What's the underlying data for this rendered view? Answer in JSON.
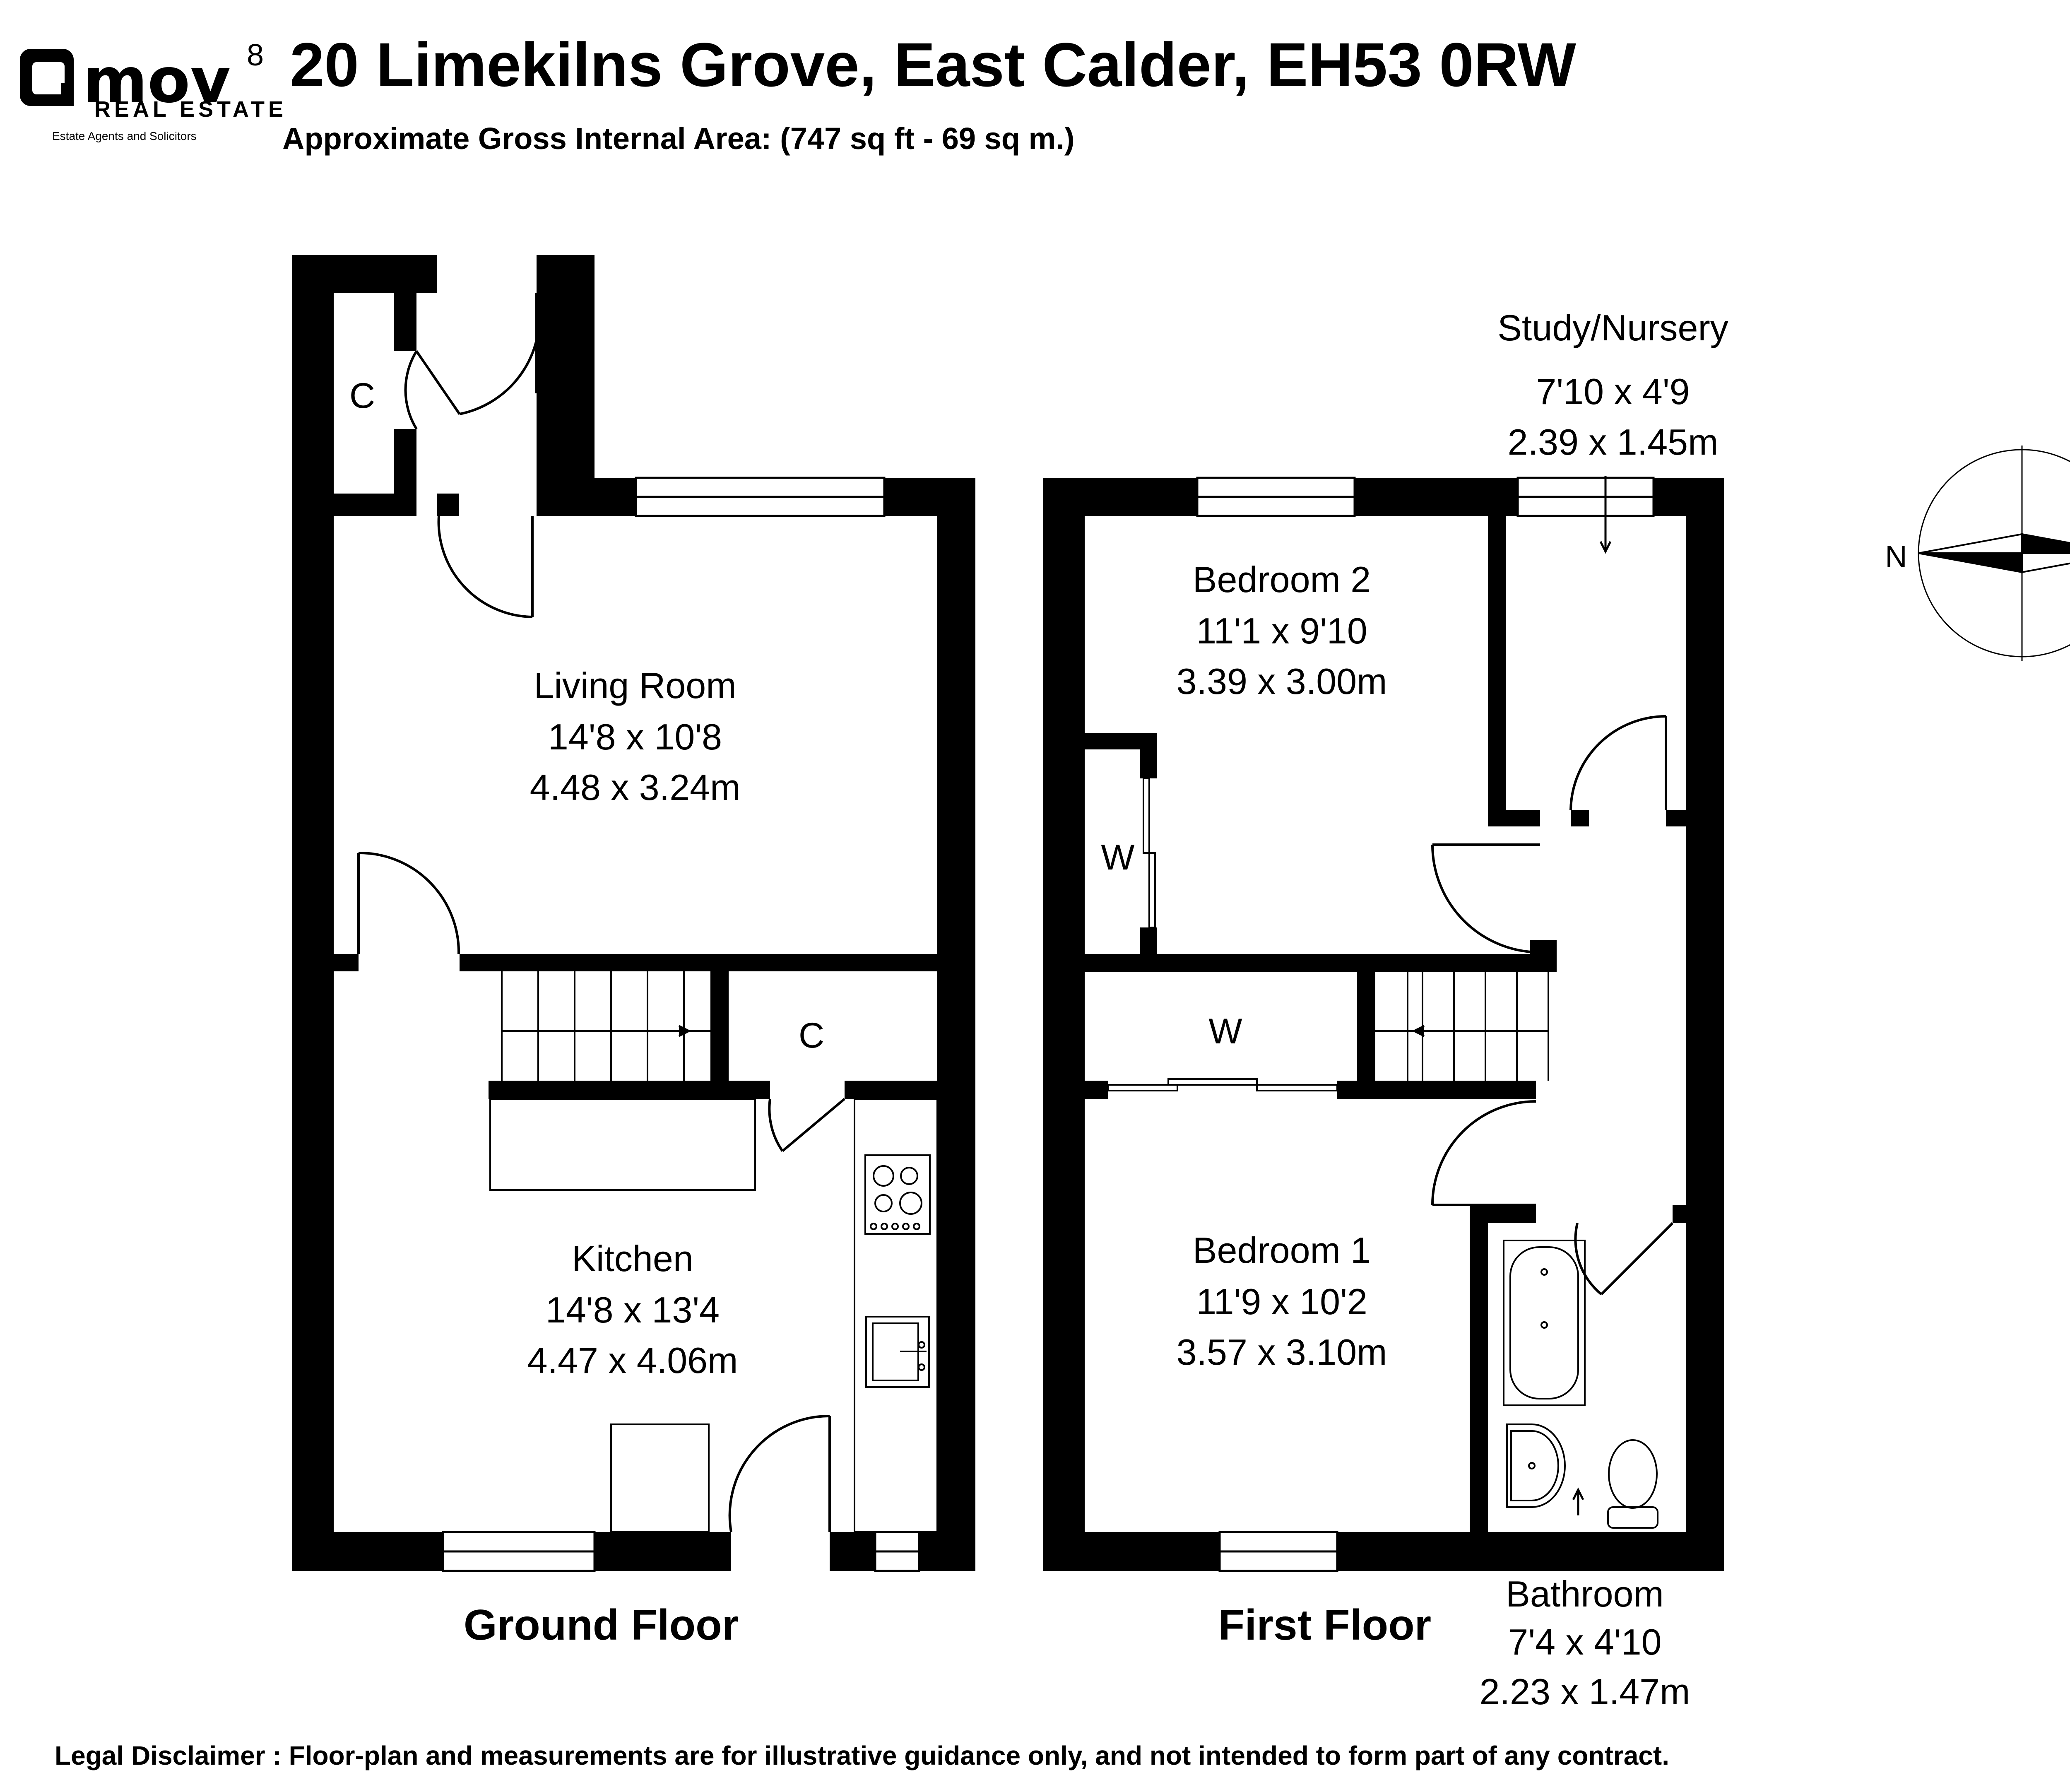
{
  "brand": {
    "name": "mov",
    "superscript": "8",
    "line2": "REAL ESTATE",
    "tagline": "Estate Agents and Solicitors"
  },
  "header": {
    "title": "20 Limekilns Grove, East Calder, EH53 0RW",
    "subtitle": "Approximate Gross Internal Area: (747 sq ft - 69 sq m.)"
  },
  "ground_floor": {
    "label": "Ground Floor",
    "cupboard_top": "C",
    "cupboard_mid": "C",
    "living_room": {
      "name": "Living Room",
      "imperial": "14'8 x 10'8",
      "metric": "4.48 x 3.24m"
    },
    "kitchen": {
      "name": "Kitchen",
      "imperial": "14'8 x 13'4",
      "metric": "4.47 x 4.06m"
    }
  },
  "first_floor": {
    "label": "First Floor",
    "wardrobe_1": "W",
    "wardrobe_2": "W",
    "bedroom_2": {
      "name": "Bedroom 2",
      "imperial": "11'1 x 9'10",
      "metric": "3.39 x 3.00m"
    },
    "bedroom_1": {
      "name": "Bedroom 1",
      "imperial": "11'9 x 10'2",
      "metric": "3.57 x 3.10m"
    },
    "study": {
      "name": "Study/Nursery",
      "imperial": "7'10 x 4'9",
      "metric": "2.39 x 1.45m"
    },
    "bathroom": {
      "name": "Bathroom",
      "imperial": "7'4 x 4'10",
      "metric": "2.23 x 1.47m"
    }
  },
  "compass": {
    "label": "N"
  },
  "disclaimer": "Legal Disclaimer : Floor-plan and measurements are for illustrative guidance only, and not intended to form part of any contract."
}
